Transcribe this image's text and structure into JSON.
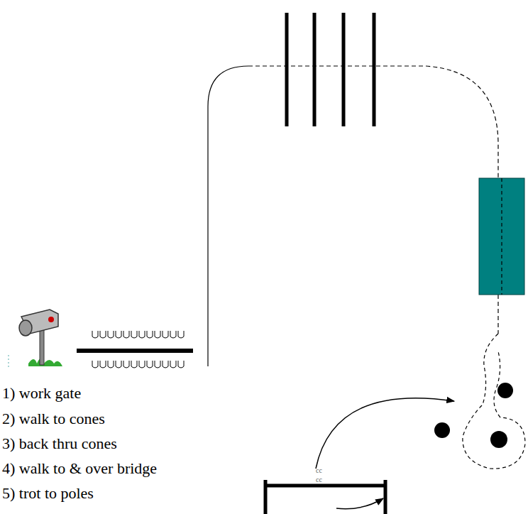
{
  "diagram": {
    "labels": [
      "1) work gate",
      "2) walk to cones",
      "3) back thru cones",
      "4) walk to & over bridge",
      "5) trot to poles",
      "cc",
      "cc"
    ]
  }
}
